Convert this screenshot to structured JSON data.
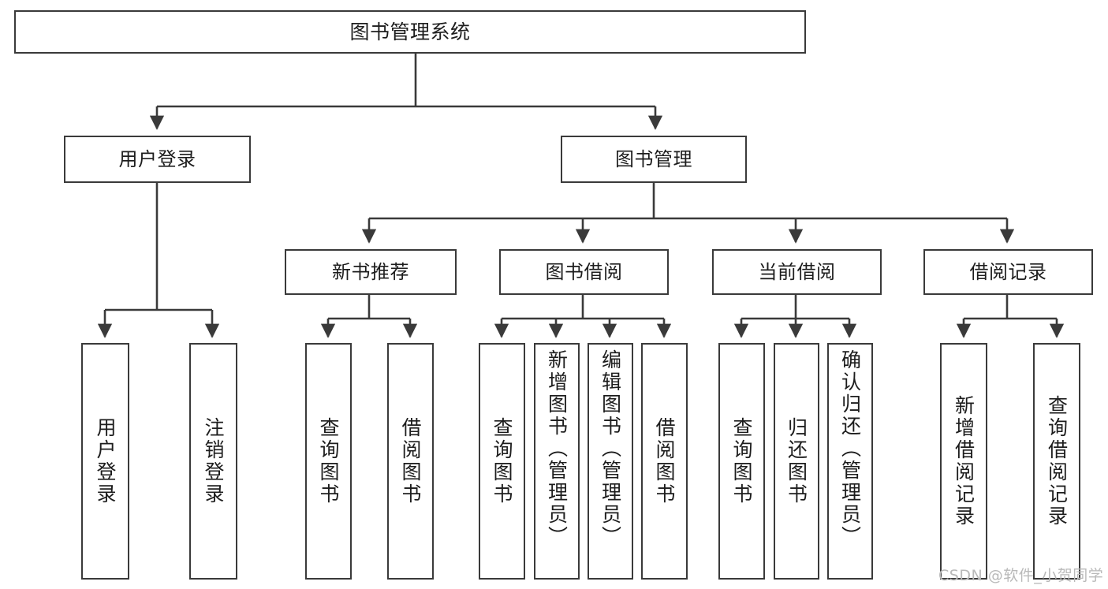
{
  "diagram": {
    "title": "图书管理系统",
    "type": "hierarchy-tree",
    "watermark": "CSDN @软件_小贺同学",
    "colors": {
      "stroke": "#3a3a3a",
      "fill": "#ffffff",
      "text": "#1d1d1d",
      "watermark": "#b9b9b9"
    },
    "levels": [
      {
        "level": 1,
        "nodes": [
          {
            "id": "root",
            "label": "图书管理系统",
            "orientation": "horizontal"
          }
        ]
      },
      {
        "level": 2,
        "nodes": [
          {
            "id": "login",
            "label": "用户登录",
            "orientation": "horizontal"
          },
          {
            "id": "bookmgmt",
            "label": "图书管理",
            "orientation": "horizontal"
          }
        ]
      },
      {
        "level": 3,
        "nodes": [
          {
            "id": "newbook",
            "label": "新书推荐",
            "orientation": "horizontal"
          },
          {
            "id": "borrow",
            "label": "图书借阅",
            "orientation": "horizontal"
          },
          {
            "id": "current",
            "label": "当前借阅",
            "orientation": "horizontal"
          },
          {
            "id": "record",
            "label": "借阅记录",
            "orientation": "horizontal"
          }
        ]
      },
      {
        "level": 4,
        "nodes": [
          {
            "id": "leaf1",
            "label": "用户登录",
            "orientation": "vertical",
            "parent": "login"
          },
          {
            "id": "leaf2",
            "label": "注销登录",
            "orientation": "vertical",
            "parent": "login"
          },
          {
            "id": "leaf3",
            "label": "查询图书",
            "orientation": "vertical",
            "parent": "newbook"
          },
          {
            "id": "leaf4",
            "label": "借阅图书",
            "orientation": "vertical",
            "parent": "newbook"
          },
          {
            "id": "leaf5",
            "label": "查询图书",
            "orientation": "vertical",
            "parent": "borrow"
          },
          {
            "id": "leaf6",
            "label": "新增图书（管理员）",
            "orientation": "vertical",
            "parent": "borrow"
          },
          {
            "id": "leaf7",
            "label": "编辑图书（管理员）",
            "orientation": "vertical",
            "parent": "borrow"
          },
          {
            "id": "leaf8",
            "label": "借阅图书",
            "orientation": "vertical",
            "parent": "borrow"
          },
          {
            "id": "leaf9",
            "label": "查询图书",
            "orientation": "vertical",
            "parent": "current"
          },
          {
            "id": "leaf10",
            "label": "归还图书",
            "orientation": "vertical",
            "parent": "current"
          },
          {
            "id": "leaf11",
            "label": "确认归还（管理员）",
            "orientation": "vertical",
            "parent": "current"
          },
          {
            "id": "leaf12",
            "label": "新增借阅记录",
            "orientation": "vertical",
            "parent": "record"
          },
          {
            "id": "leaf13",
            "label": "查询借阅记录",
            "orientation": "vertical",
            "parent": "record"
          }
        ]
      }
    ]
  }
}
